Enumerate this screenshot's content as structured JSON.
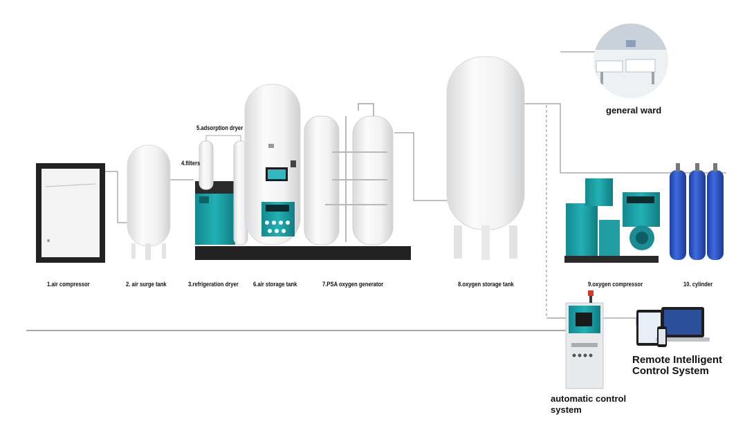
{
  "labels": {
    "air_compressor": "1.air compressor",
    "air_surge_tank": "2. air surge tank",
    "refrigeration_dryer": "3.refrigeration dryer",
    "filters": "4.filters",
    "adsorption_dryer": "5.adsorption dryer",
    "air_storage_tank": "6.air storage tank",
    "psa_oxygen_generator": "7.PSA oxygen generator",
    "oxygen_storage_tank": "8.oxygen storage tank",
    "oxygen_compressor": "9.oxygen compressor",
    "cylinder": "10. cylinder",
    "general_ward": "general ward",
    "remote_line1": "Remote Intelligent",
    "remote_line2": "Control System",
    "auto_line1": "automatic control",
    "auto_line2": "system"
  },
  "colors": {
    "teal": "#1aa3a8",
    "cylinder_blue": "#2a55c8",
    "tank_white": "#f2f3f4",
    "pipe": "#9a9a9a",
    "base": "#222222"
  }
}
